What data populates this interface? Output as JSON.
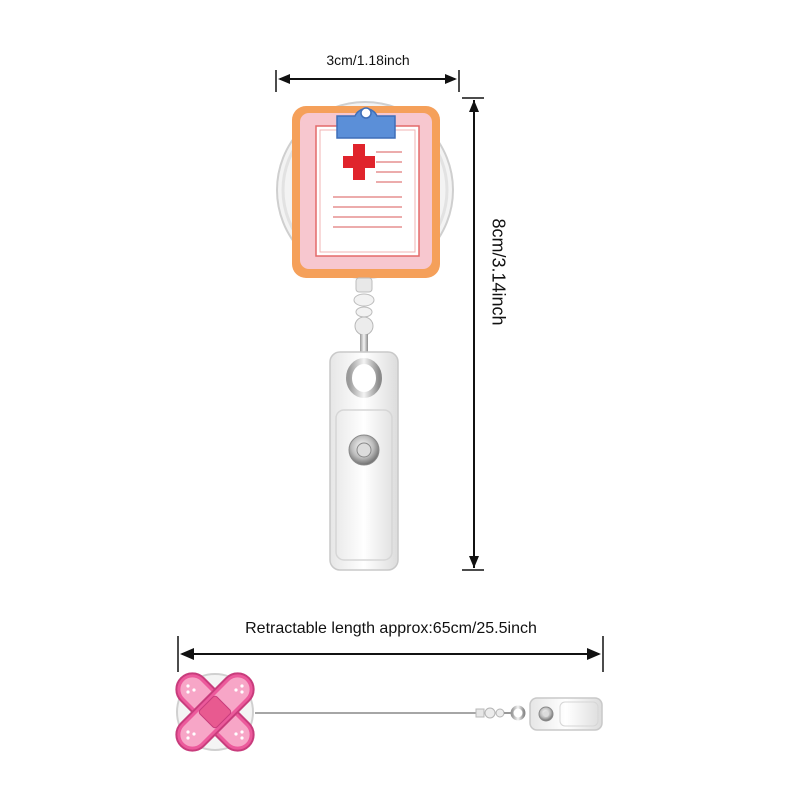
{
  "product": {
    "width_label": "3cm/1.18inch",
    "height_label": "8cm/3.14inch",
    "retract_label": "Retractable length approx:65cm/25.5inch"
  },
  "colors": {
    "clipboard_frame": "#f5a05a",
    "clipboard_inner": "#f7c7cf",
    "clip_blue": "#5b8fd8",
    "cross_red": "#e0242c",
    "bandage_pink": "#ec5a9c",
    "bandage_light": "#f7a6c7",
    "cord": "#888888"
  }
}
